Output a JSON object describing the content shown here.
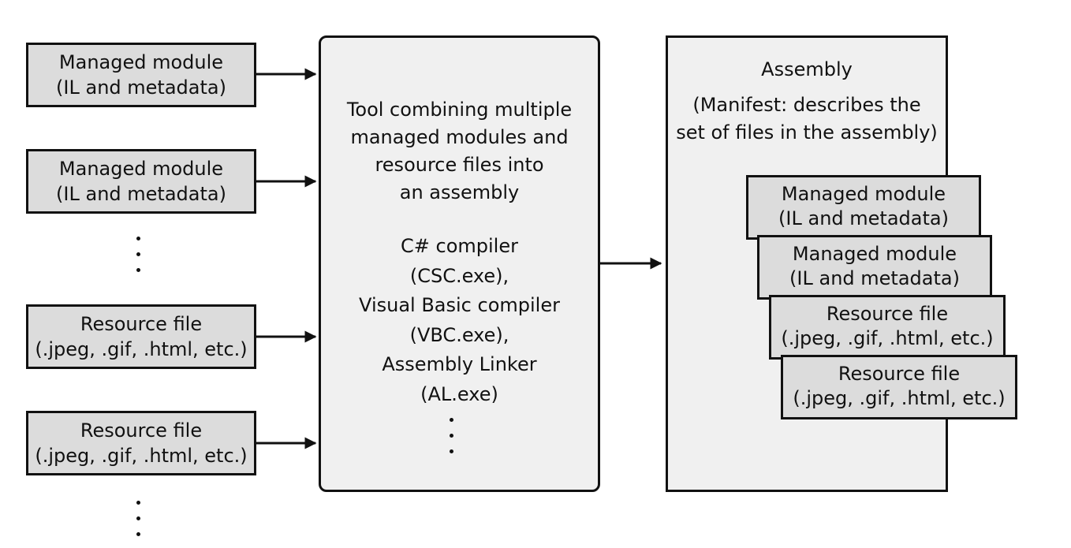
{
  "inputs": [
    {
      "line1": "Managed module",
      "line2": "(IL and metadata)"
    },
    {
      "line1": "Managed module",
      "line2": "(IL and metadata)"
    },
    {
      "line1": "Resource file",
      "line2": "(.jpeg, .gif, .html, etc.)"
    },
    {
      "line1": "Resource file",
      "line2": "(.jpeg, .gif, .html, etc.)"
    }
  ],
  "tool": {
    "description": [
      "Tool combining multiple",
      "managed modules and",
      "resource files into",
      "an assembly"
    ],
    "compilers": [
      "C# compiler",
      "(CSC.exe),",
      "Visual Basic compiler",
      "(VBC.exe),",
      "Assembly Linker",
      "(AL.exe)"
    ]
  },
  "assembly": {
    "title": "Assembly",
    "manifest": [
      "(Manifest: describes the",
      "set of files in the assembly)"
    ],
    "contents": [
      {
        "line1": "Managed module",
        "line2": "(IL and metadata)"
      },
      {
        "line1": "Managed module",
        "line2": "(IL and metadata)"
      },
      {
        "line1": "Resource file",
        "line2": "(.jpeg, .gif, .html, etc.)"
      },
      {
        "line1": "Resource file",
        "line2": "(.jpeg, .gif, .html, etc.)"
      }
    ]
  }
}
